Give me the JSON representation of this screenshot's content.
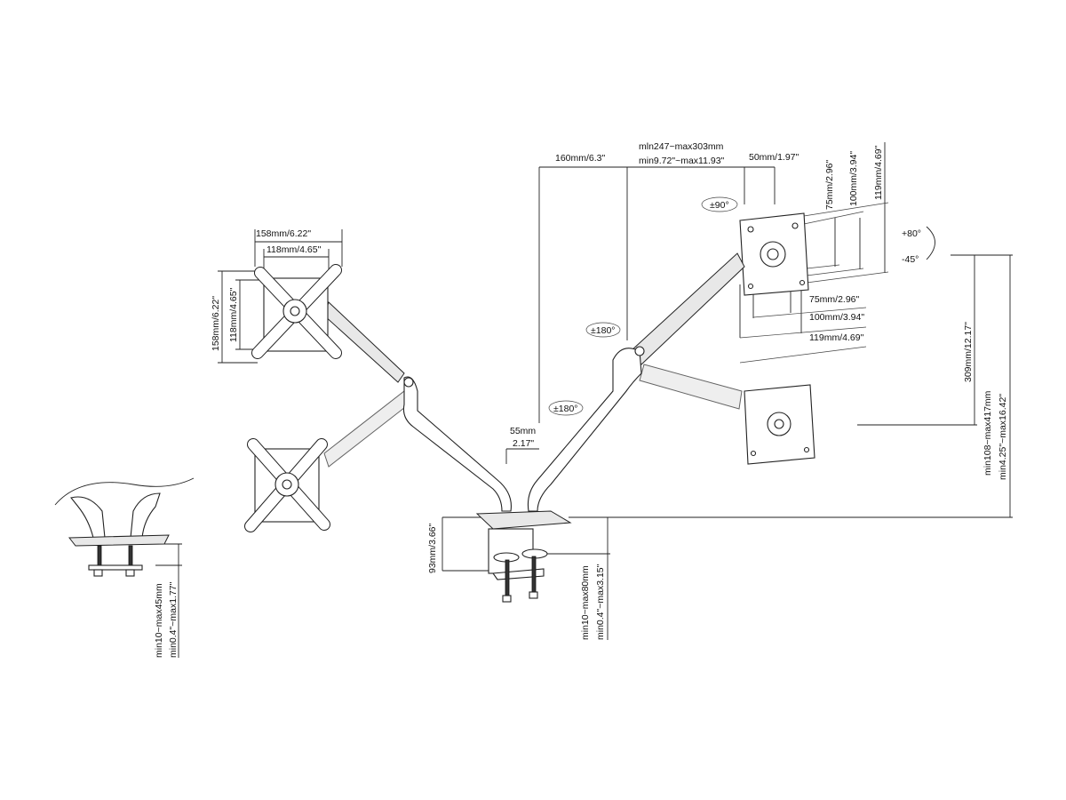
{
  "labels": {
    "arm_offset": "160mm/6.3\"",
    "arm_length_mm": "mln247~max303mm",
    "arm_length_in": "min9.72\"~max11.93\"",
    "head_offset": "50mm/1.97\"",
    "vesa_v_75": "75mm/2.96\"",
    "vesa_v_100": "100mm/3.94\"",
    "vesa_v_119": "119mm/4.69\"",
    "vesa_h_75": "75mm/2.96\"",
    "vesa_h_100": "100mm/3.94\"",
    "vesa_h_119": "119mm/4.69\"",
    "rotate_90": "±90°",
    "swivel_180_upper": "±180°",
    "swivel_180_lower": "±180°",
    "tilt_up": "+80°",
    "tilt_down": "-45°",
    "left_plate_w_outer": "158mm/6.22\"",
    "left_plate_w_inner": "118mm/4.65\"",
    "left_plate_h_outer": "158mm/6.22\"",
    "left_plate_h_inner": "118mm/4.65\"",
    "height_309": "309mm/12.17\"",
    "height_range_mm": "min108~max417mm",
    "height_range_in": "min4.25\"~max16.42\"",
    "pole_gap_mm": "55mm",
    "pole_gap_in": "2.17\"",
    "clamp_height": "93mm/3.66\"",
    "clamp_range_mm": "min10~max80mm",
    "clamp_range_in": "min0.4\"~max3.15\"",
    "grommet_range_mm": "min10~max45mm",
    "grommet_range_in": "min0.4\"~max1.77\""
  }
}
